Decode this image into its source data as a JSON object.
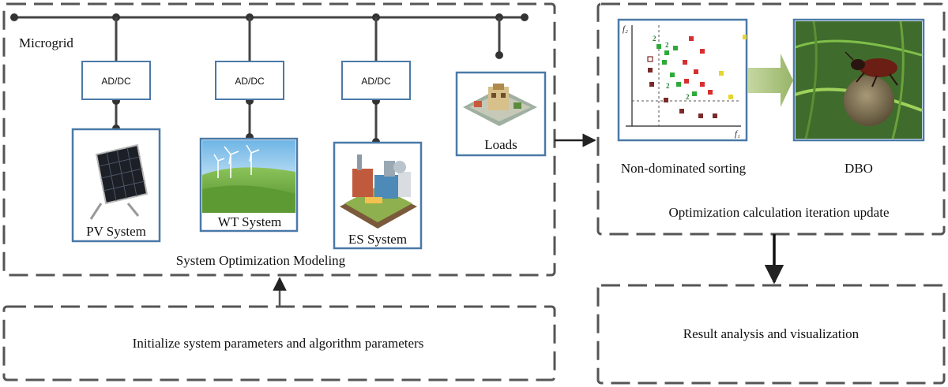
{
  "microgrid": {
    "label": "Microgrid",
    "converters": [
      "AD/DC",
      "AD/DC",
      "AD/DC"
    ],
    "pv": "PV System",
    "wt": "WT System",
    "es": "ES System",
    "loads": "Loads",
    "caption": "System Optimization Modeling"
  },
  "optimization": {
    "plot_axis_y": "f₂",
    "plot_axis_x": "f₁",
    "plot_marks": [
      "2",
      "2",
      "2",
      "2"
    ],
    "sorting_label": "Non-dominated sorting",
    "dbo_label": "DBO",
    "caption": "Optimization calculation iteration update"
  },
  "init_box": {
    "label": "Initialize system parameters and algorithm parameters"
  },
  "result_box": {
    "label": "Result analysis and visualization"
  },
  "colors": {
    "frame_border": "#4a79a8",
    "arrow_green": "#a9c27a",
    "dash": "#555555"
  }
}
